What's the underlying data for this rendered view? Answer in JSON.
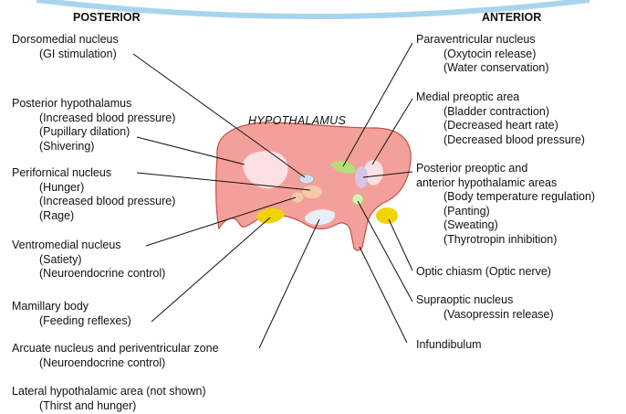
{
  "headers": {
    "posterior": "POSTERIOR",
    "anterior": "ANTERIOR"
  },
  "diagram_title": "HYPOTHALAMUS",
  "colors": {
    "body": "#f4a09a",
    "accent_band": "#a9d4ee",
    "nucleus_yellow": "#f0d400",
    "nucleus_green": "#b8dc7a",
    "nucleus_blue": "#cfe0f2",
    "nucleus_peach": "#f6c9a8",
    "nucleus_lilac": "#d8c4e4",
    "nucleus_pink": "#fbe0e4"
  },
  "left_labels": [
    {
      "name": "Dorsomedial nucleus",
      "details": [
        "(GI stimulation)"
      ]
    },
    {
      "name": "Posterior hypothalamus",
      "details": [
        "(Increased blood pressure)",
        "(Pupillary dilation)",
        "(Shivering)"
      ]
    },
    {
      "name": "Perifornical nucleus",
      "details": [
        "(Hunger)",
        "(Increased blood pressure)",
        "(Rage)"
      ]
    },
    {
      "name": "Ventromedial nucleus",
      "details": [
        "(Satiety)",
        "(Neuroendocrine control)"
      ]
    },
    {
      "name": "Mamillary body",
      "details": [
        "(Feeding reflexes)"
      ]
    },
    {
      "name": "Arcuate nucleus and periventricular zone",
      "details": [
        "(Neuroendocrine control)"
      ]
    },
    {
      "name": "Lateral hypothalamic area (not shown)",
      "details": [
        "(Thirst and hunger)"
      ]
    }
  ],
  "right_labels": [
    {
      "name": "Paraventricular nucleus",
      "details": [
        "(Oxytocin release)",
        "(Water conservation)"
      ]
    },
    {
      "name": "Medial preoptic area",
      "details": [
        "(Bladder contraction)",
        "(Decreased heart rate)",
        "(Decreased blood pressure)"
      ]
    },
    {
      "name": "Posterior preoptic and",
      "name2": "anterior hypothalamic areas",
      "details": [
        "(Body temperature regulation)",
        "(Panting)",
        "(Sweating)",
        "(Thyrotropin inhibition)"
      ]
    },
    {
      "name": "Optic chiasm (Optic nerve)",
      "details": []
    },
    {
      "name": "Supraoptic nucleus",
      "details": [
        "(Vasopressin release)"
      ]
    },
    {
      "name": "Infundibulum",
      "details": []
    }
  ]
}
